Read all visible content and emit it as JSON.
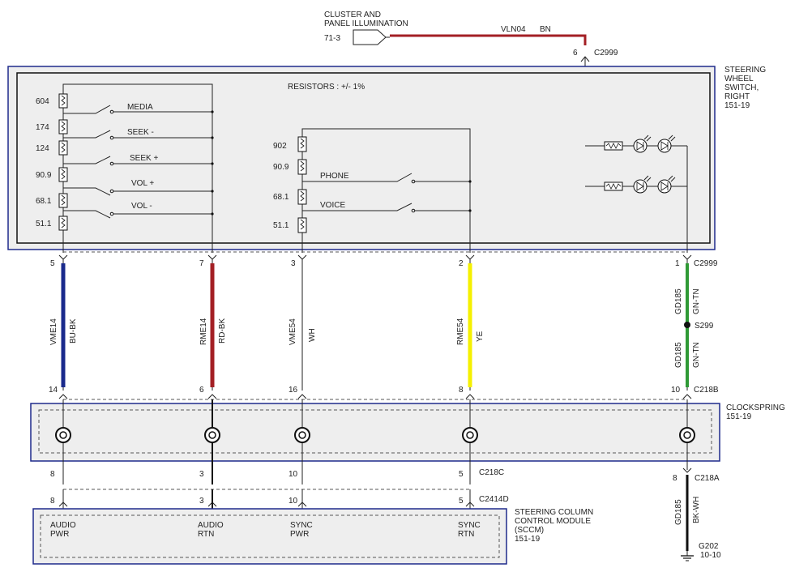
{
  "feed": {
    "source_line1": "CLUSTER AND",
    "source_line2": "PANEL ILLUMINATION",
    "source_ref": "71-3",
    "circuit": "VLN04",
    "color": "BN",
    "pin": "6",
    "connector": "C2999"
  },
  "switch_module": {
    "title_lines": [
      "STEERING",
      "WHEEL",
      "SWITCH,",
      "RIGHT",
      "151-19"
    ],
    "resistor_note": "RESISTORS : +/- 1%",
    "left_values": [
      "604",
      "174",
      "124",
      "90.9",
      "68.1",
      "51.1"
    ],
    "left_switches": [
      "MEDIA",
      "SEEK -",
      "SEEK +",
      "VOL +",
      "VOL -"
    ],
    "right_values": [
      "902",
      "90.9",
      "68.1",
      "51.1"
    ],
    "right_switches": [
      "PHONE",
      "VOICE"
    ]
  },
  "wires": [
    {
      "top_pin": "5",
      "circuit": "VME14",
      "color_code": "BU-BK",
      "color": "#1a2a8c",
      "bottom_pin": "14"
    },
    {
      "top_pin": "7",
      "circuit": "RME14",
      "color_code": "RD-BK",
      "color": "#a31f24",
      "bottom_pin": "6"
    },
    {
      "top_pin": "3",
      "circuit": "VME54",
      "color_code": "WH",
      "color": "#222222",
      "bottom_pin": "16"
    },
    {
      "top_pin": "2",
      "circuit": "RME54",
      "color_code": "YE",
      "color": "#f5f000",
      "bottom_pin": "8"
    }
  ],
  "ground_wire": {
    "top_pin": "1",
    "top_connector": "C2999",
    "circuit": "GD185",
    "color_code": "GN-TN",
    "color": "#2f9a36",
    "splice": "S299",
    "bottom_pin": "10",
    "bottom_connector": "C218B"
  },
  "clockspring": {
    "title": "CLOCKSPRING",
    "ref": "151-19",
    "lower_pins": [
      "8",
      "3",
      "10",
      "5",
      "8"
    ],
    "lower_connector": "C218C",
    "ground_connector": "C218A"
  },
  "sccm": {
    "pins": [
      "8",
      "3",
      "10",
      "5"
    ],
    "connector": "C2414D",
    "labels": [
      {
        "line1": "AUDIO",
        "line2": "PWR"
      },
      {
        "line1": "AUDIO",
        "line2": "RTN"
      },
      {
        "line1": "SYNC",
        "line2": "PWR"
      },
      {
        "line1": "SYNC",
        "line2": "RTN"
      }
    ],
    "title_lines": [
      "STEERING COLUMN",
      "CONTROL MODULE",
      "(SCCM)",
      "151-19"
    ]
  },
  "ground": {
    "circuit": "GD185",
    "color_code": "BK-WH",
    "color": "#222222",
    "name": "G202",
    "ref": "10-10"
  }
}
